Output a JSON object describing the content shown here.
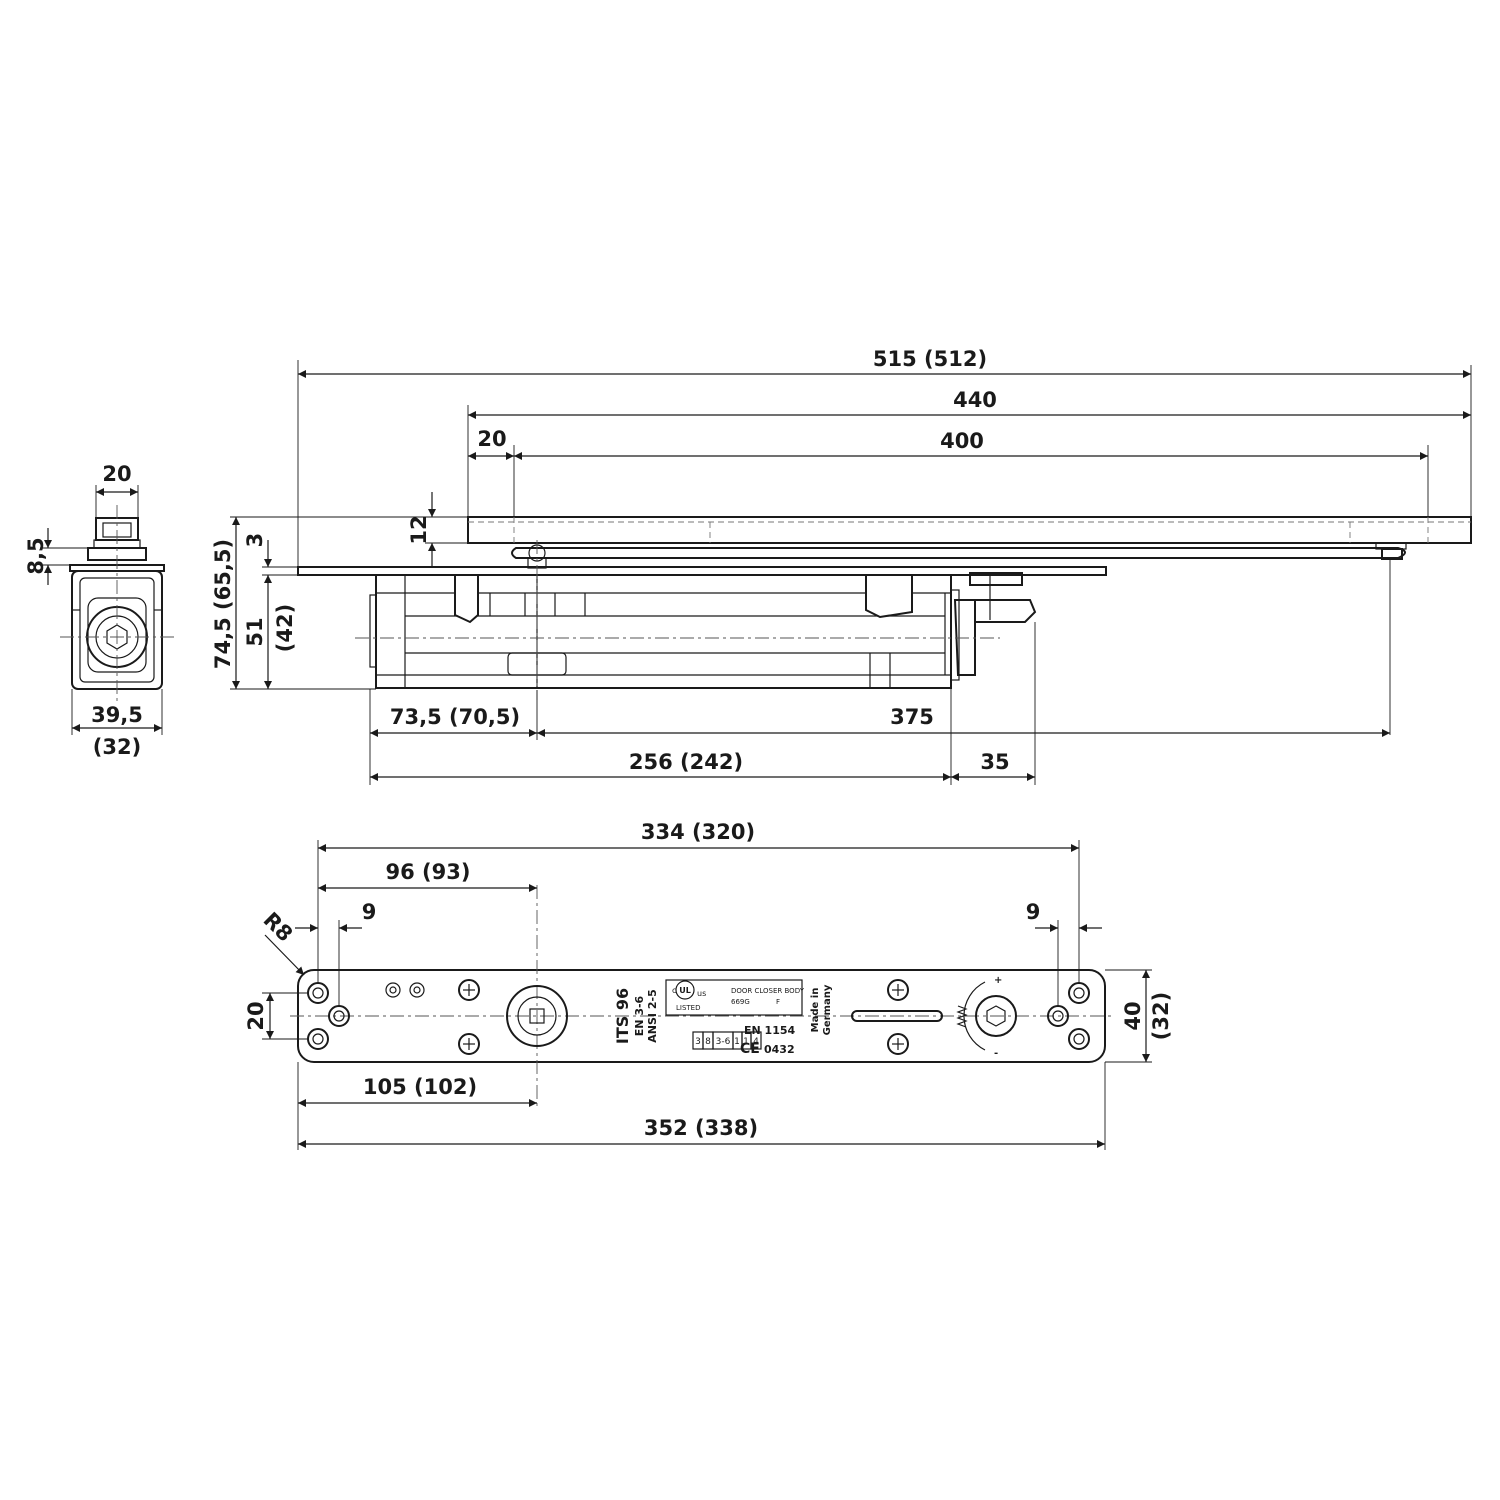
{
  "dimensions": {
    "side_width_top": "20",
    "side_height_small": "8,5",
    "side_width_bottom": "39,5",
    "side_width_bottom_alt": "(32)",
    "overall_length": "515  (512)",
    "arm_length": "440",
    "arm_offset": "20",
    "arm_inner": "400",
    "arm_height": "12",
    "plate_thickness": "3",
    "total_height": "74,5  (65,5)",
    "body_height": "51",
    "body_height_alt": "(42)",
    "body_left_to_axis": "73,5 (70,5)",
    "axis_to_arm_end": "375",
    "body_length": "256 (242)",
    "bracket_length": "35",
    "plate_hole_span": "334  (320)",
    "plate_hole_to_axis": "96  (93)",
    "hole_offset_left": "9",
    "hole_offset_right": "9",
    "corner_radius": "R8",
    "hole_pitch": "20",
    "plate_edge_to_axis": "105  (102)",
    "plate_length": "352  (338)",
    "plate_height": "40",
    "plate_height_alt": "(32)"
  },
  "label": {
    "model": "ITS 96",
    "en_range": "EN 3-6",
    "ansi_range": "ANSI 2-5",
    "ul_c": "c",
    "ul_mark": "UL",
    "ul_us": "us",
    "ul_listed": "LISTED",
    "door_closer_body": "DOOR CLOSER BODY",
    "code_669g": "669G",
    "code_f": "F",
    "cells": [
      "3",
      "8",
      "3-6",
      "1",
      "1",
      "4"
    ],
    "en_1154": "EN 1154",
    "ce": "CE",
    "ce_number": "0432",
    "made_in": "Made in",
    "germany": "Germany",
    "plus": "+",
    "minus": "-"
  },
  "colors": {
    "line": "#1a1a1a",
    "background": "#ffffff"
  }
}
